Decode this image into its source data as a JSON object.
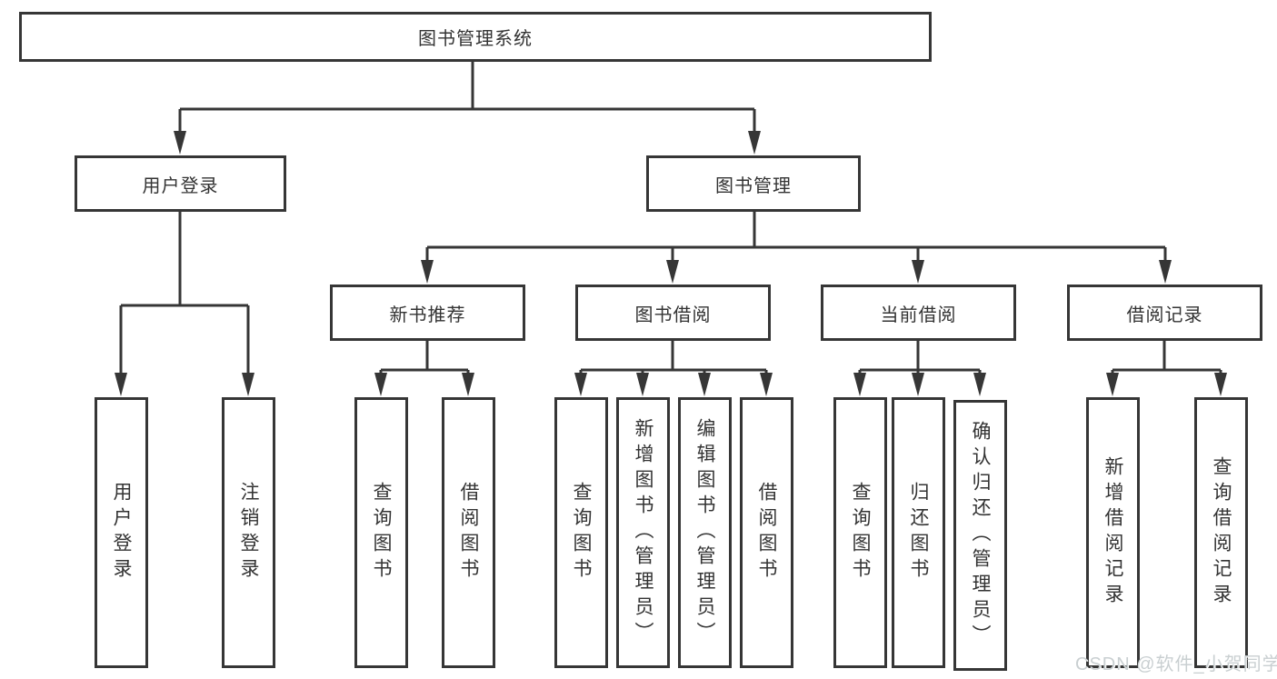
{
  "diagram": {
    "type": "hierarchy-tree",
    "root": {
      "label": "图书管理系统"
    },
    "branches": [
      {
        "label": "用户登录",
        "children": [
          {
            "label": "用户登录"
          },
          {
            "label": "注销登录"
          }
        ]
      },
      {
        "label": "图书管理",
        "children": [
          {
            "label": "新书推荐",
            "children": [
              {
                "label": "查询图书"
              },
              {
                "label": "借阅图书"
              }
            ]
          },
          {
            "label": "图书借阅",
            "children": [
              {
                "label": "查询图书"
              },
              {
                "label": "新增图书（管理员）"
              },
              {
                "label": "编辑图书（管理员）"
              },
              {
                "label": "借阅图书"
              }
            ]
          },
          {
            "label": "当前借阅",
            "children": [
              {
                "label": "查询图书"
              },
              {
                "label": "归还图书"
              },
              {
                "label": "确认归还（管理员）"
              }
            ]
          },
          {
            "label": "借阅记录",
            "children": [
              {
                "label": "新增借阅记录"
              },
              {
                "label": "查询借阅记录"
              }
            ]
          }
        ]
      }
    ]
  },
  "watermark": {
    "text": "CSDN @软件_小贺同学"
  },
  "colors": {
    "line": "#363636",
    "box_border": "#363636",
    "text": "#333333",
    "background": "#ffffff",
    "watermark": "#c9cfd1"
  }
}
